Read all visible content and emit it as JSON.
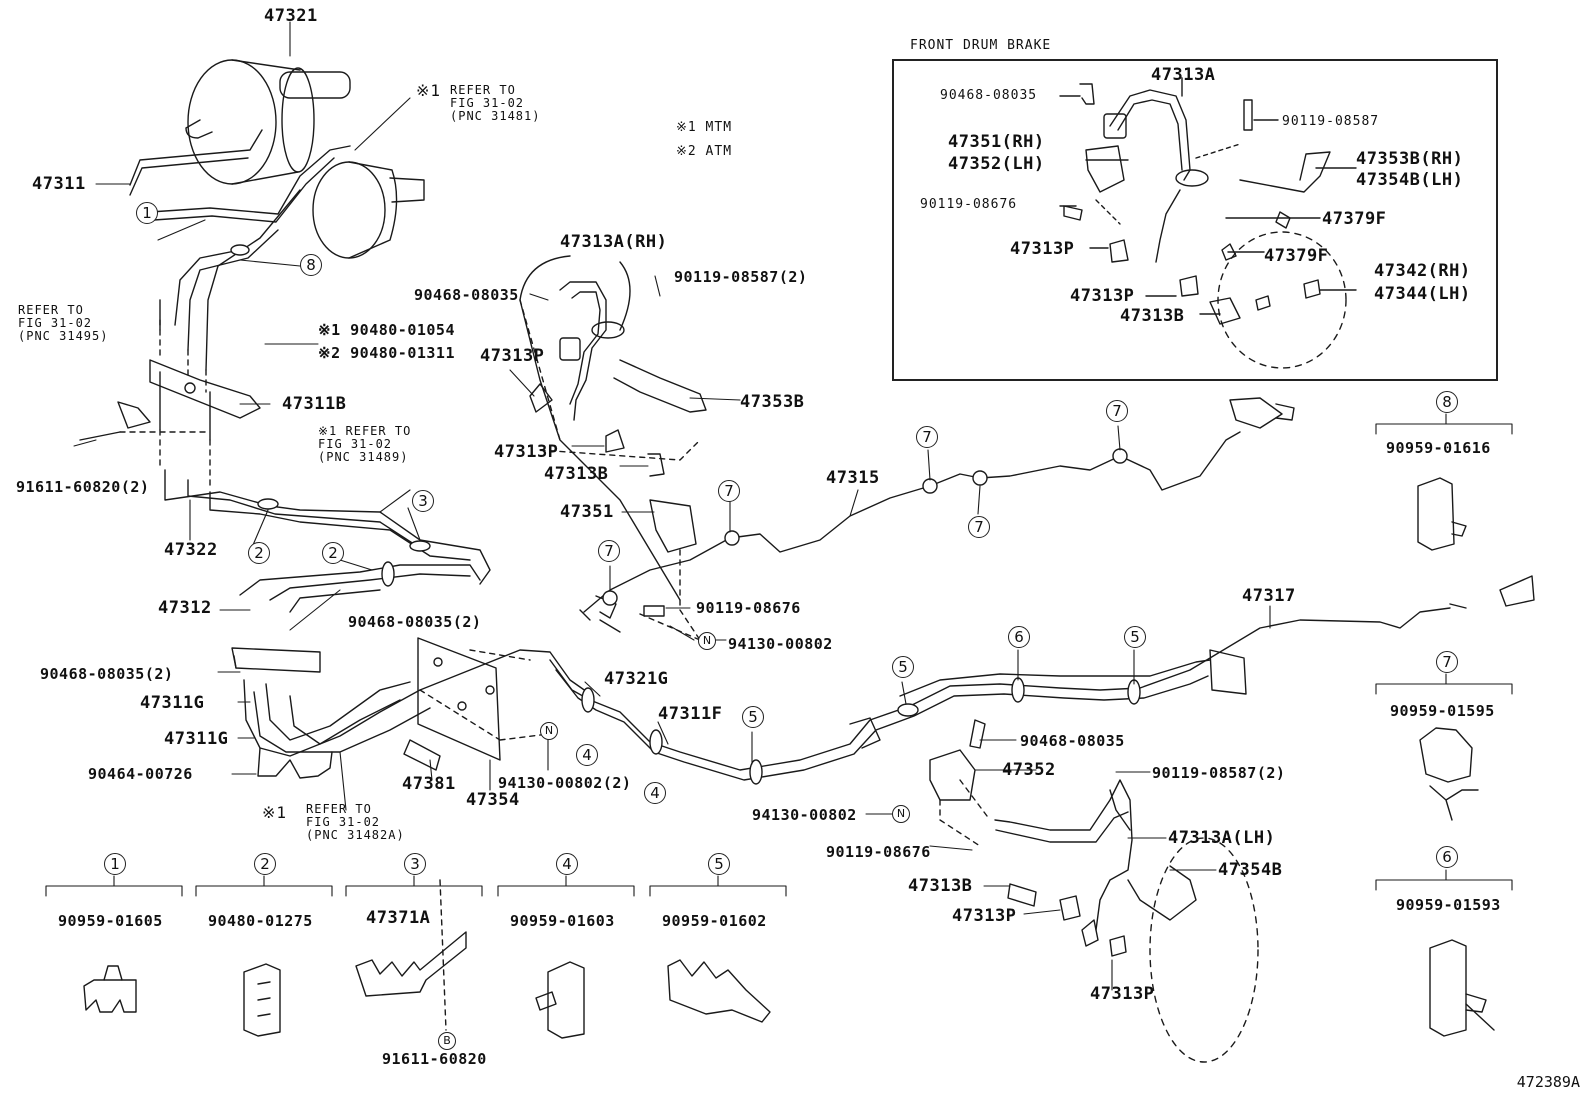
{
  "figure_id": "472389A",
  "inset": {
    "title": "FRONT DRUM BRAKE",
    "labels": {
      "p90468_08035": "90468-08035",
      "p47313A": "47313A",
      "p90119_08587": "90119-08587",
      "p47351_rh": "47351(RH)",
      "p47352_lh": "47352(LH)",
      "p47353B_rh": "47353B(RH)",
      "p47354B_lh": "47354B(LH)",
      "p90119_08676": "90119-08676",
      "p47379F_a": "47379F",
      "p47313P_a": "47313P",
      "p47379F_b": "47379F",
      "p47342_rh": "47342(RH)",
      "p47344_lh": "47344(LH)",
      "p47313P_b": "47313P",
      "p47313B": "47313B"
    }
  },
  "notes": {
    "mtm": "※1 MTM",
    "atm": "※2 ATM",
    "ref1_mark": "※1",
    "ref1_text": "REFER TO\nFIG 31-02\n(PNC 31481)",
    "ref_left_text": "REFER TO\nFIG 31-02\n(PNC 31495)",
    "ref2_text": "※1 REFER TO\nFIG 31-02\n(PNC 31489)",
    "ref3_mark": "※1",
    "ref3_text": "REFER TO\nFIG 31-02\n(PNC 31482A)"
  },
  "labels": {
    "p47321": "47321",
    "p47311": "47311",
    "p90480_01054": "※1 90480-01054",
    "p90480_01311": "※2 90480-01311",
    "p47311B": "47311B",
    "p91611_60820_2": "91611-60820(2)",
    "p47322": "47322",
    "p47313A_rh": "47313A(RH)",
    "p90468_08035_top": "90468-08035",
    "p90119_08587_2": "90119-08587(2)",
    "p47313P_1": "47313P",
    "p47353B": "47353B",
    "p47313P_2": "47313P",
    "p47313B_1": "47313B",
    "p47351": "47351",
    "p47315": "47315",
    "p90119_08676_mid": "90119-08676",
    "p94130_00802_mid": "94130-00802",
    "p47312": "47312",
    "p90468_08035_2a": "90468-08035(2)",
    "p90468_08035_2b": "90468-08035(2)",
    "p47311G_1": "47311G",
    "p47311G_2": "47311G",
    "p90464_00726": "90464-00726",
    "p47321G": "47321G",
    "p47311F": "47311F",
    "p47381": "47381",
    "p47354": "47354",
    "p94130_00802_2": "94130-00802(2)",
    "p47317": "47317",
    "p90468_08035_low": "90468-08035",
    "p47352": "47352",
    "p90119_08587_2b": "90119-08587(2)",
    "p94130_00802_low": "94130-00802",
    "p47313A_lh": "47313A(LH)",
    "p90119_08676_low": "90119-08676",
    "p47354B": "47354B",
    "p47313B_2": "47313B",
    "p47313P_3": "47313P",
    "p47313P_4": "47313P"
  },
  "markers": {
    "n": "N",
    "b": "B"
  },
  "callouts": [
    "1",
    "2",
    "3",
    "4",
    "5",
    "6",
    "7",
    "8"
  ],
  "legend_parts": {
    "c1": {
      "num": "1",
      "part": "90959-01605"
    },
    "c2": {
      "num": "2",
      "part": "90480-01275"
    },
    "c3": {
      "num": "3",
      "part": "47371A",
      "sub": "91611-60820"
    },
    "c4": {
      "num": "4",
      "part": "90959-01603"
    },
    "c5": {
      "num": "5",
      "part": "90959-01602"
    },
    "c6": {
      "num": "6",
      "part": "90959-01593"
    },
    "c7": {
      "num": "7",
      "part": "90959-01595"
    },
    "c8": {
      "num": "8",
      "part": "90959-01616"
    }
  }
}
